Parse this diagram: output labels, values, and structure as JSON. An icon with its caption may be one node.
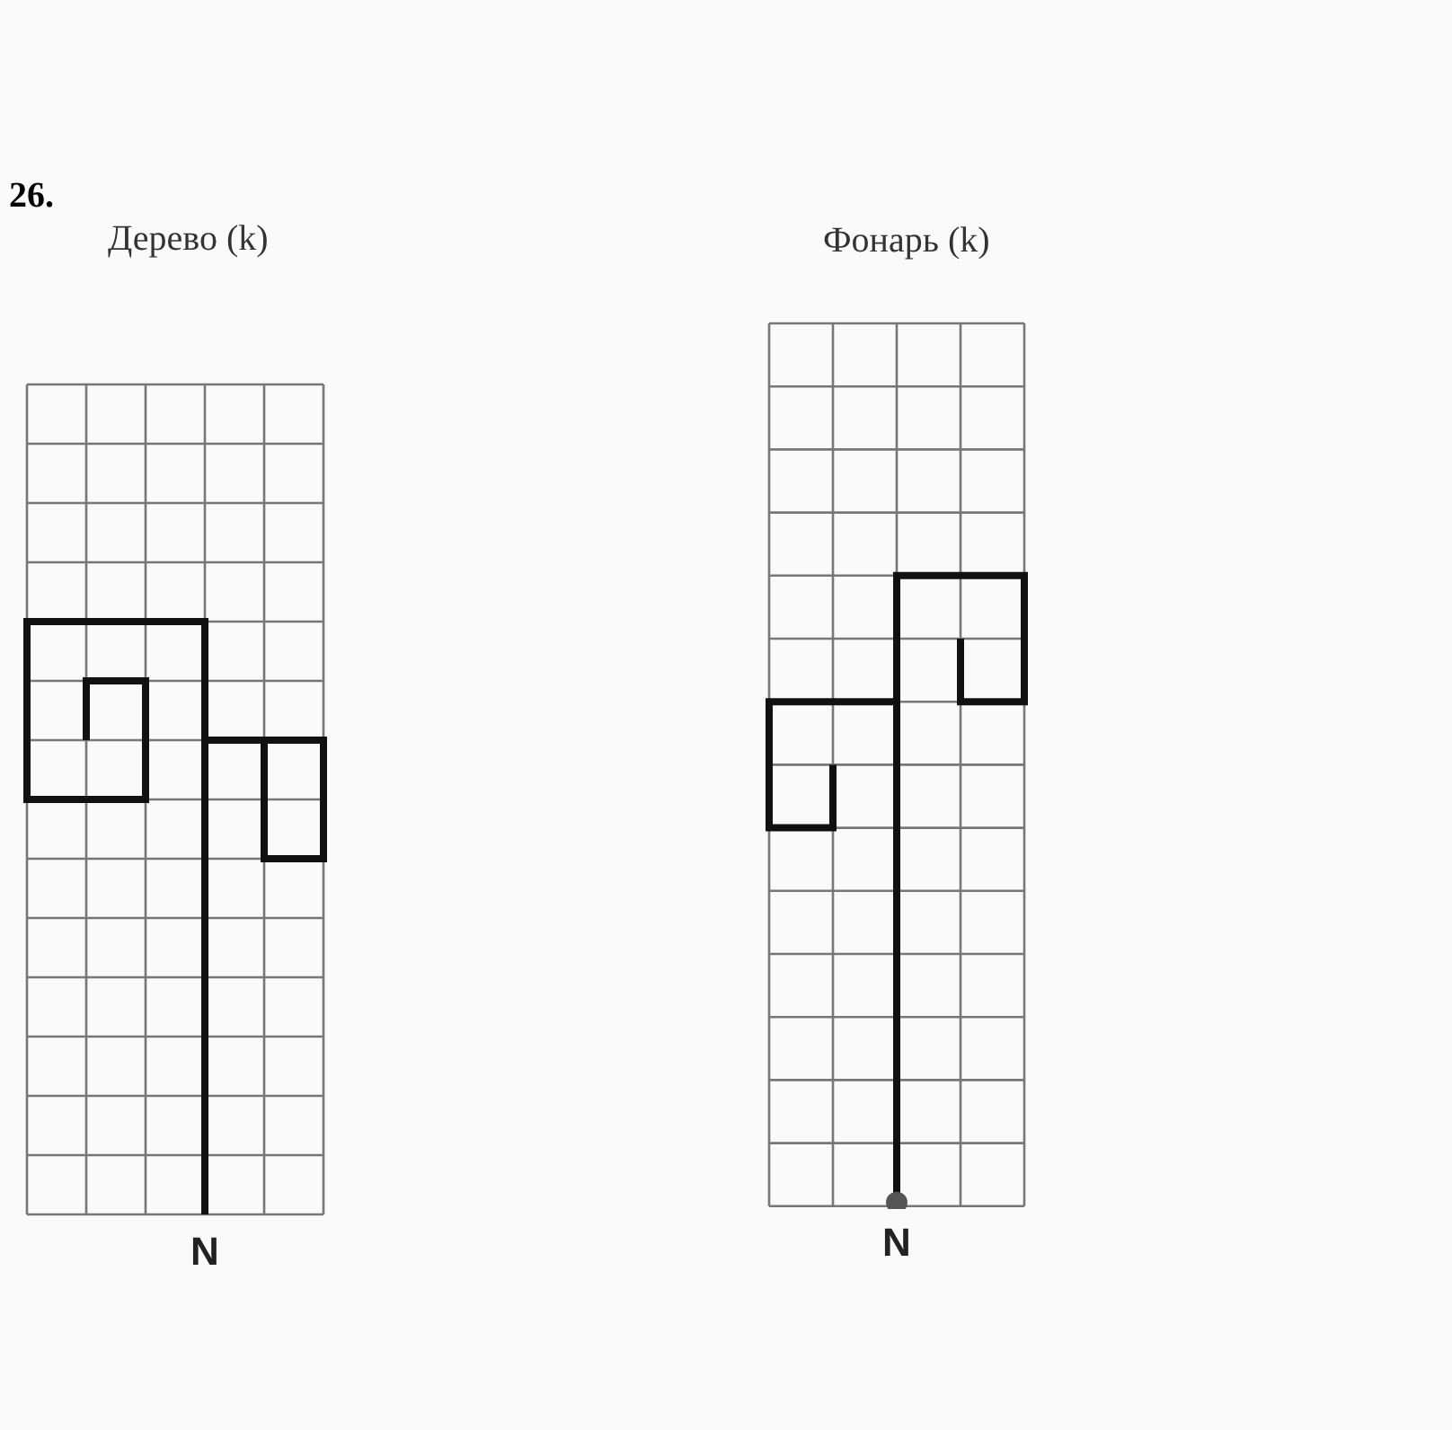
{
  "diagram": {
    "nodes": [
      {
        "text": [
          "Дерево (k)"
        ],
        "beside": [
          "N"
        ]
      },
      {
        "text": [
          "Фонарь (k)"
        ],
        "beside": [
          "N"
        ]
      }
    ],
    "labels": [
      "26."
    ]
  }
}
